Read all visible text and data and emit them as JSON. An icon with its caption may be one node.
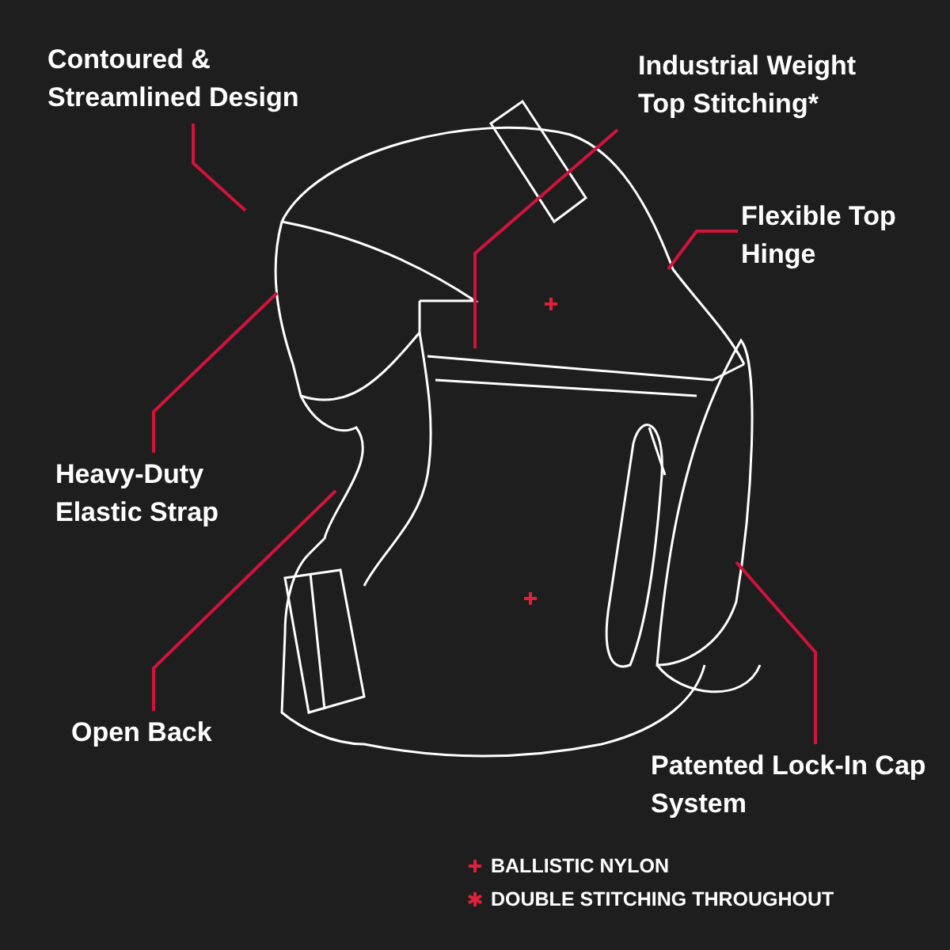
{
  "diagram": {
    "nodes": [
      {
        "text": [
          "Contoured & Streamlined Design"
        ]
      },
      {
        "text": [
          "Industrial Weight Top Stitching*"
        ]
      },
      {
        "text": [
          "Flexible Top Hinge"
        ]
      },
      {
        "text": [
          "Heavy-Duty Elastic Strap"
        ]
      },
      {
        "text": [
          "Open Back"
        ]
      },
      {
        "text": [
          "Patented Lock-In Cap System"
        ]
      }
    ],
    "edges": [
      {
        "from": 0,
        "to": null,
        "arrow": "none"
      },
      {
        "from": 1,
        "to": null,
        "arrow": "none"
      },
      {
        "from": 2,
        "to": null,
        "arrow": "none"
      },
      {
        "from": 3,
        "to": null,
        "arrow": "none"
      },
      {
        "from": 4,
        "to": null,
        "arrow": "none"
      },
      {
        "from": 5,
        "to": null,
        "arrow": "none"
      }
    ],
    "legend": [
      {
        "text": "BALLISTIC NYLON"
      },
      {
        "text": "DOUBLE STITCHING THROUGHOUT"
      }
    ]
  }
}
